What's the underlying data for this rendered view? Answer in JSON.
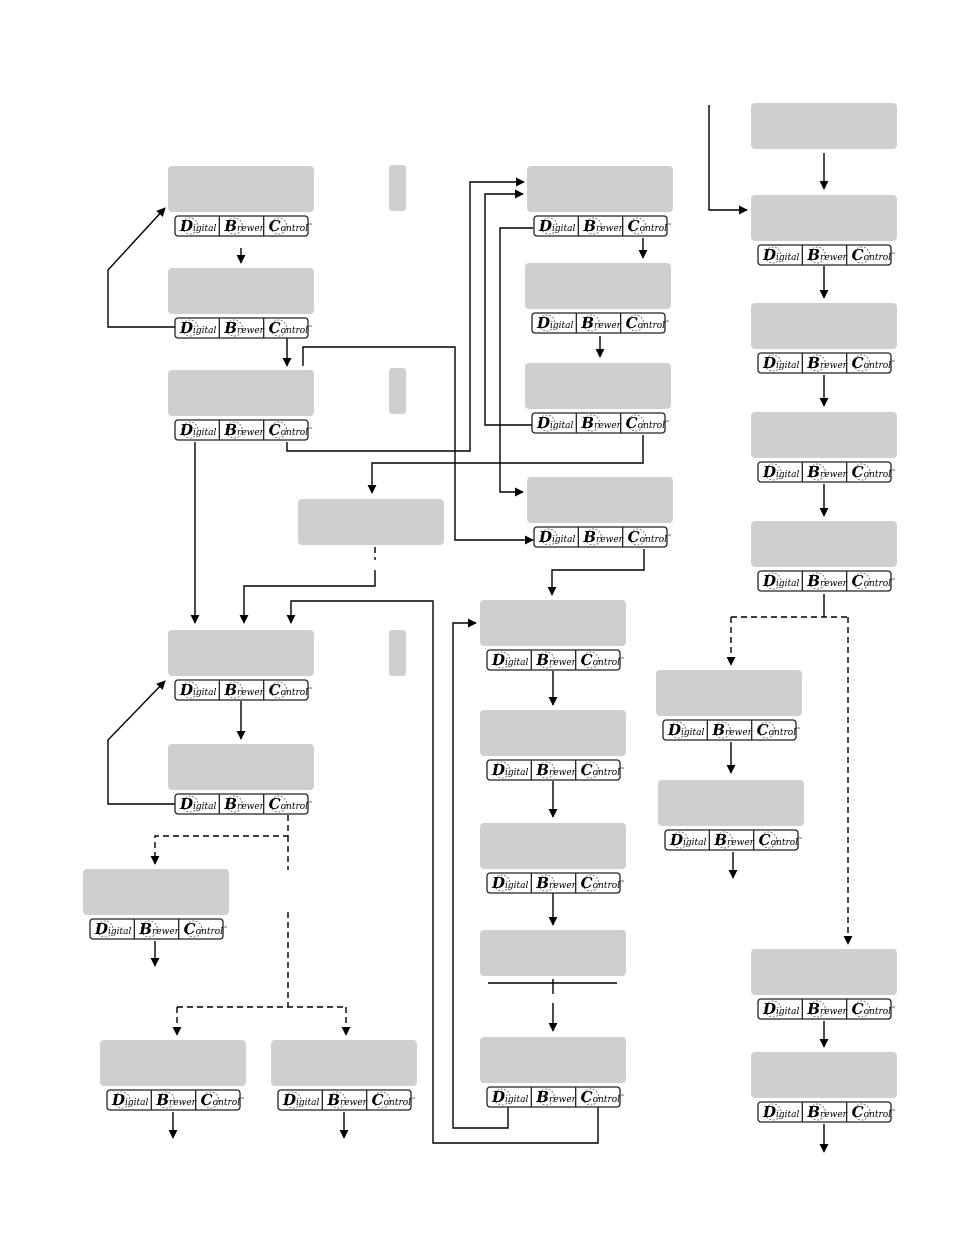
{
  "colors": {
    "panel": "#cfcfcf",
    "line": "#000000",
    "button_border": "#222222"
  },
  "control_buttons": [
    {
      "cap": "D",
      "rest": "igital",
      "tm": ""
    },
    {
      "cap": "B",
      "rest": "rewer",
      "tm": ""
    },
    {
      "cap": "C",
      "rest": "ontrol",
      "tm": "™"
    }
  ]
}
